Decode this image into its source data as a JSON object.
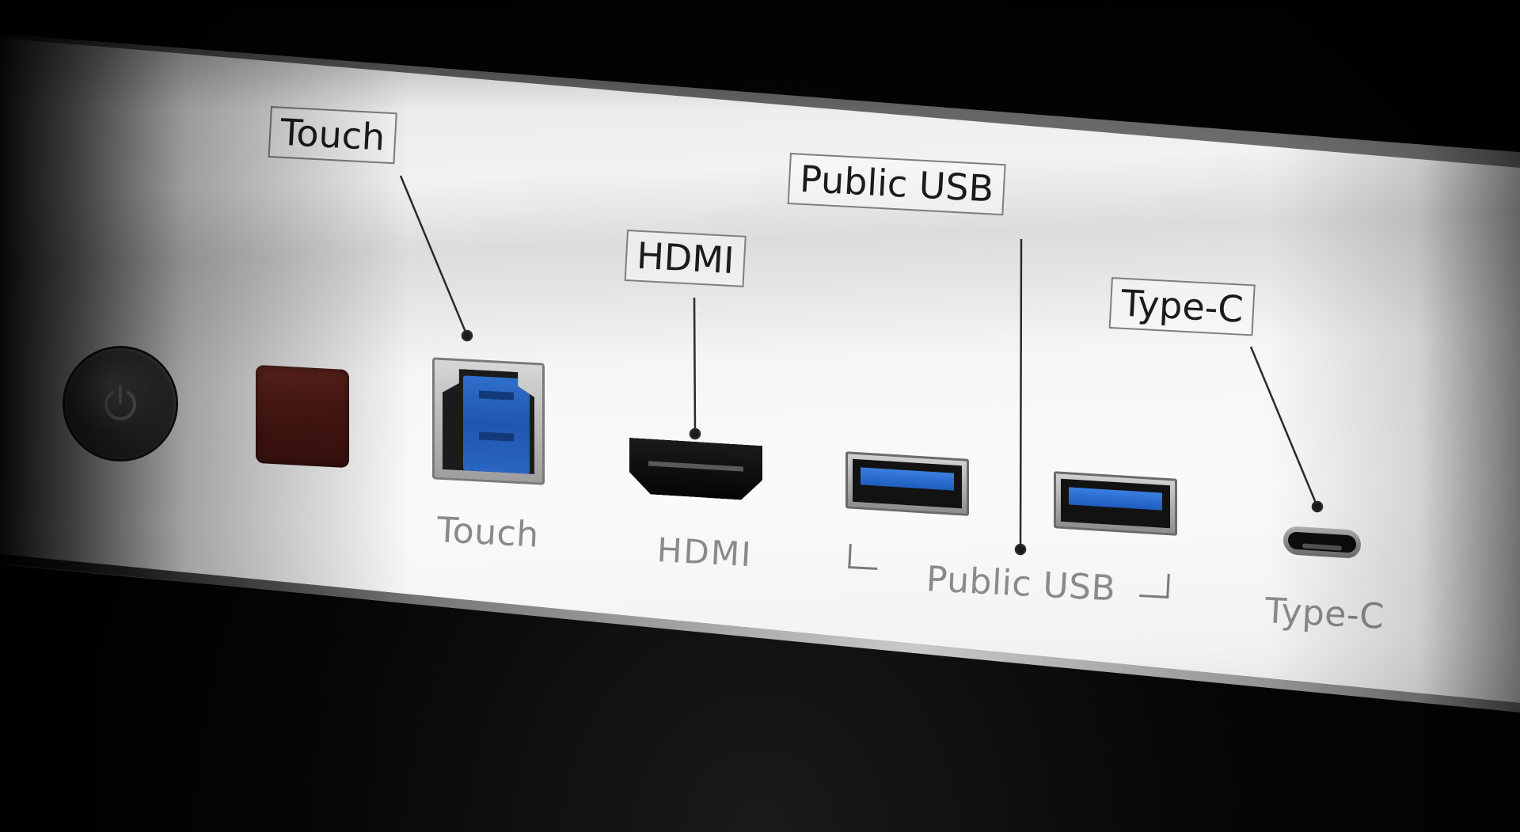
{
  "callouts": {
    "touch": "Touch",
    "hdmi": "HDMI",
    "public_usb": "Public USB",
    "type_c": "Type-C"
  },
  "printed_labels": {
    "touch": "Touch",
    "hdmi": "HDMI",
    "public_usb": "Public USB",
    "type_c": "Type-C"
  },
  "colors": {
    "usb_blue": "#2a66c2",
    "ir_window": "#4a1712",
    "panel": "#f4f4f4",
    "background": "#000000"
  },
  "icons": {
    "power": "power-icon"
  }
}
